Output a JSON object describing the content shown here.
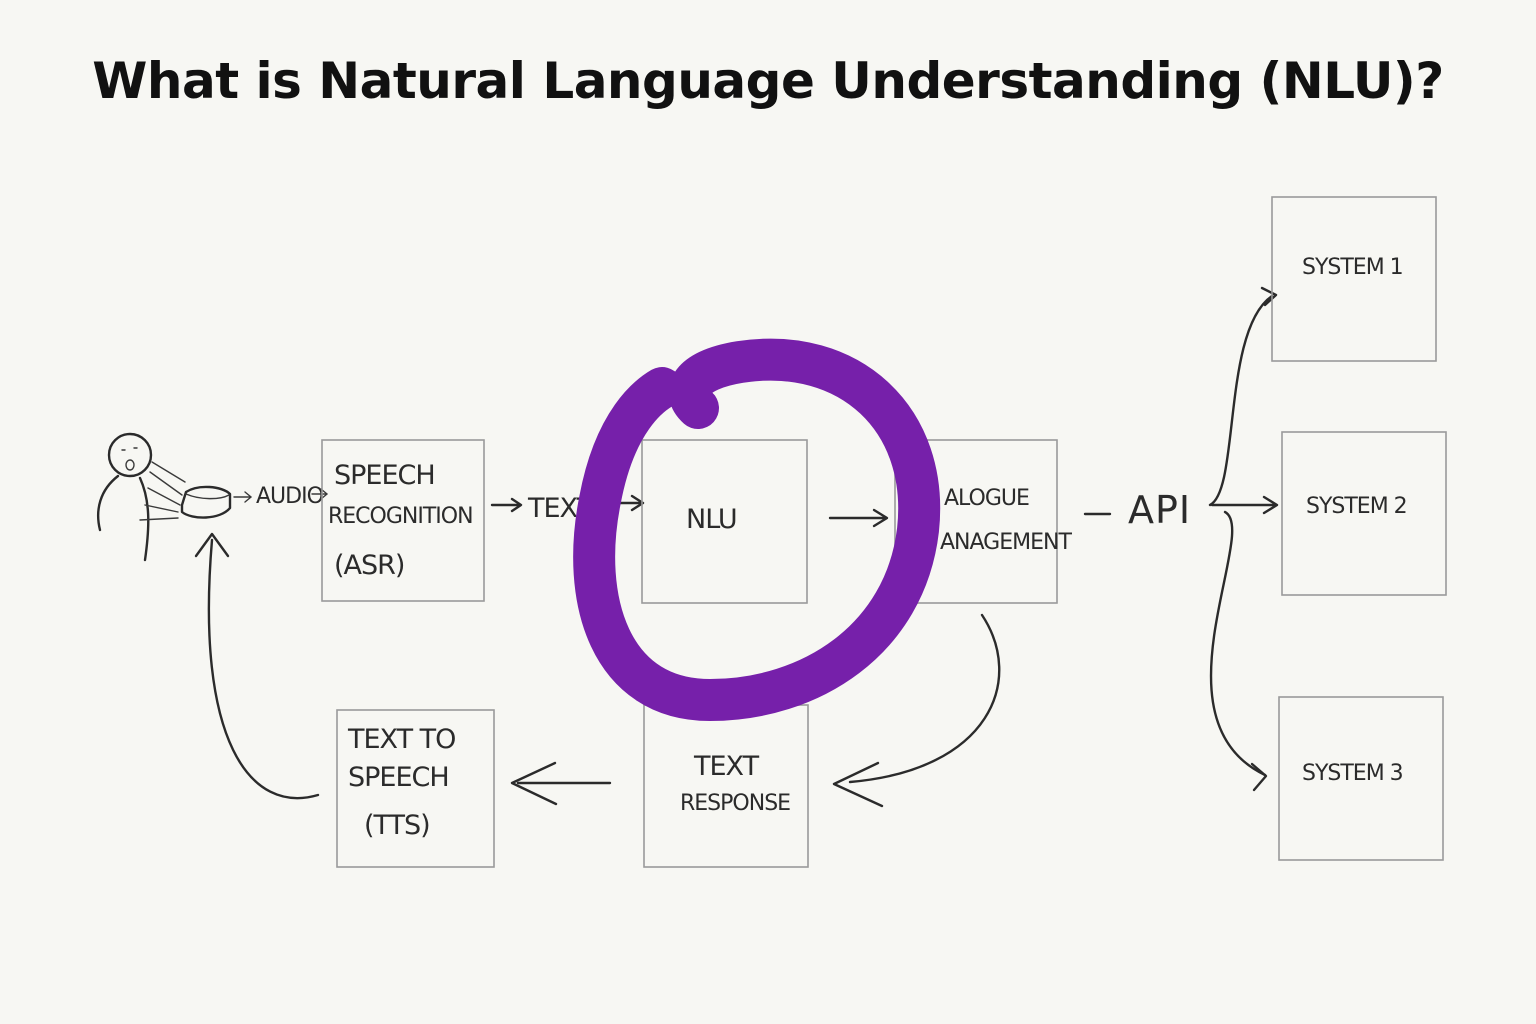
{
  "title": "What is Natural Language Understanding (NLU)?",
  "labels": {
    "audio": "AUDIO",
    "speech_recognition_1": "SPEECH",
    "speech_recognition_2": "RECOGNITION",
    "speech_recognition_3": "(ASR)",
    "text": "TEXT",
    "nlu": "NLU",
    "dialogue_1": "ALOGUE",
    "dialogue_2": "ANAGEMENT",
    "api": "API",
    "system_1": "SYSTEM 1",
    "system_2": "SYSTEM 2",
    "system_3": "SYSTEM 3",
    "text_response_1": "TEXT",
    "text_response_2": "RESPONSE",
    "tts_1": "TEXT TO",
    "tts_2": "SPEECH",
    "tts_3": "(TTS)"
  },
  "colors": {
    "background": "#f7f7f3",
    "ink": "#2b2b2b",
    "highlight": "#7620aa"
  }
}
